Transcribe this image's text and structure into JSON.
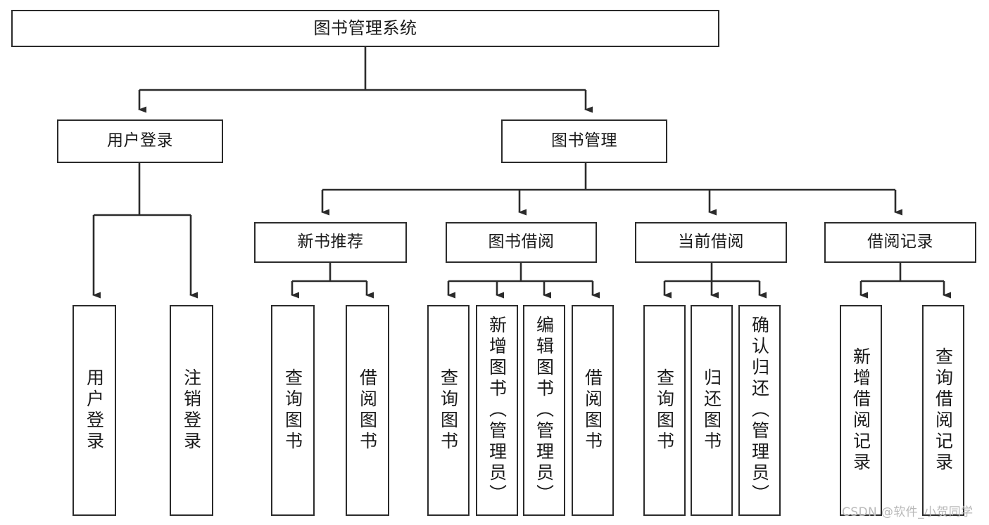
{
  "diagram": {
    "title": "图书管理系统",
    "type": "functional-structure-tree",
    "watermark": "CSDN @软件_小贺同学",
    "colors": {
      "stroke": "#2b2b2b",
      "fill": "#ffffff",
      "text": "#1a1a1a",
      "watermark": "#b9b9b9"
    },
    "levels": {
      "root": {
        "label": "图书管理系统"
      },
      "level2": [
        {
          "label": "用户登录"
        },
        {
          "label": "图书管理"
        }
      ],
      "level3": [
        {
          "label": "新书推荐"
        },
        {
          "label": "图书借阅"
        },
        {
          "label": "当前借阅"
        },
        {
          "label": "借阅记录"
        }
      ],
      "leaves": {
        "user_login": [
          {
            "label": "用户登录"
          },
          {
            "label": "注销登录"
          }
        ],
        "new_book_recommend": [
          {
            "label": "查询图书"
          },
          {
            "label": "借阅图书"
          }
        ],
        "book_borrow": [
          {
            "label": "查询图书"
          },
          {
            "label": "新增图书（管理员）"
          },
          {
            "label": "编辑图书（管理员）"
          },
          {
            "label": "借阅图书"
          }
        ],
        "current_borrow": [
          {
            "label": "查询图书"
          },
          {
            "label": "归还图书"
          },
          {
            "label": "确认归还（管理员）"
          }
        ],
        "borrow_record": [
          {
            "label": "新增借阅记录"
          },
          {
            "label": "查询借阅记录"
          }
        ]
      }
    }
  }
}
